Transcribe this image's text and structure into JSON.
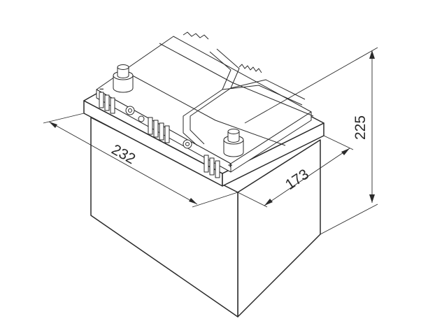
{
  "diagram": {
    "dimensions": {
      "length": "232",
      "width": "173",
      "height": "225"
    },
    "terminals": {
      "negative_symbol": "−",
      "positive_symbol": "+"
    },
    "colors": {
      "line": "#2a2a2a",
      "background": "#ffffff"
    }
  }
}
